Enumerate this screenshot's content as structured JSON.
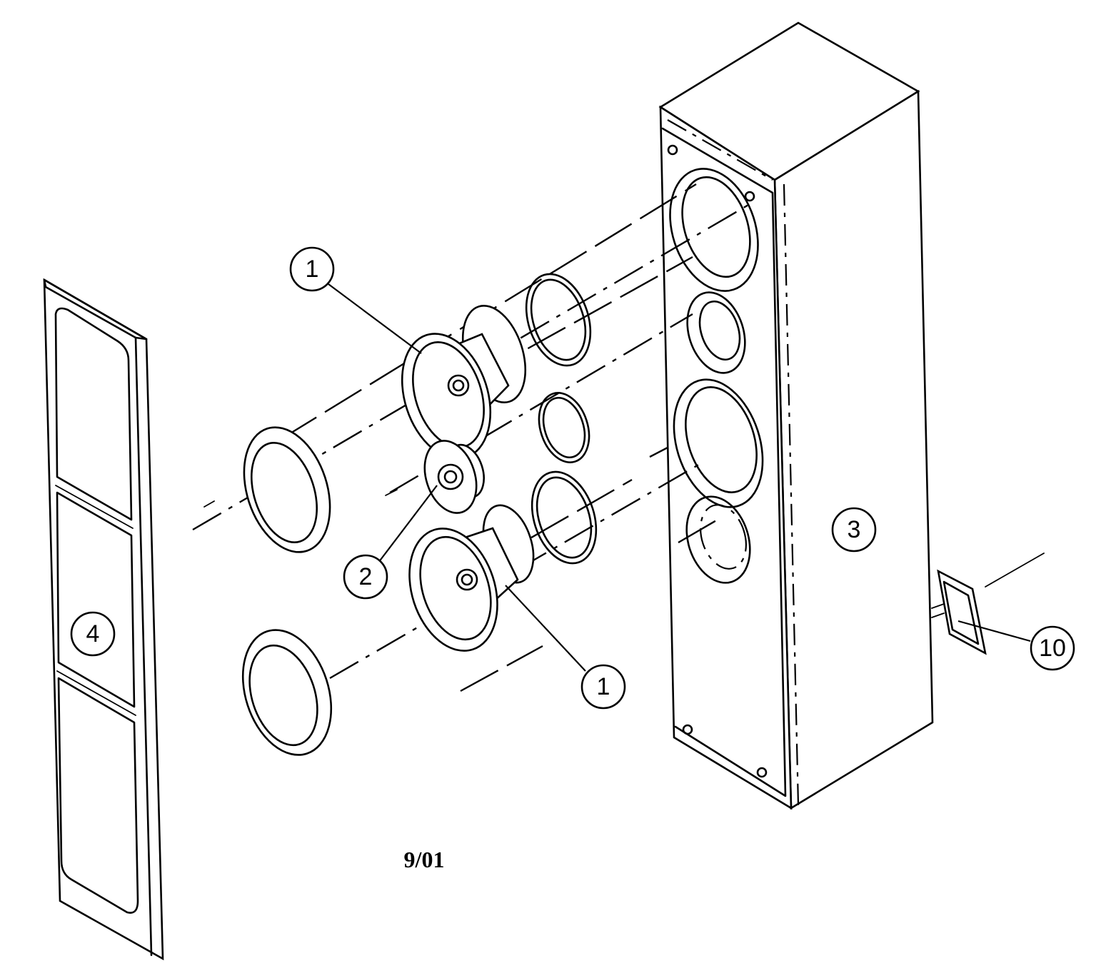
{
  "callouts": [
    {
      "id": "woofer-upper",
      "label": "1"
    },
    {
      "id": "tweeter",
      "label": "2"
    },
    {
      "id": "cabinet",
      "label": "3"
    },
    {
      "id": "grille",
      "label": "4"
    },
    {
      "id": "woofer-lower",
      "label": "1"
    },
    {
      "id": "terminal",
      "label": "10"
    }
  ],
  "date_code": "9/01"
}
